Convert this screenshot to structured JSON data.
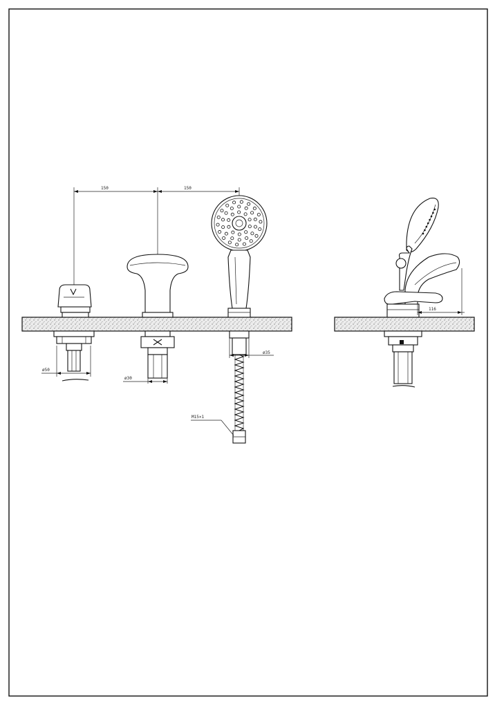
{
  "dimensions": {
    "spacing_left": "150",
    "spacing_right": "150",
    "dia_50": "ø50",
    "dia_30": "ø30",
    "dia_35": "ø35",
    "thread": "M15×1",
    "side_projection": "116"
  },
  "colors": {
    "line": "#111111",
    "paper": "#ffffff",
    "granite": "#d9d9d9"
  }
}
